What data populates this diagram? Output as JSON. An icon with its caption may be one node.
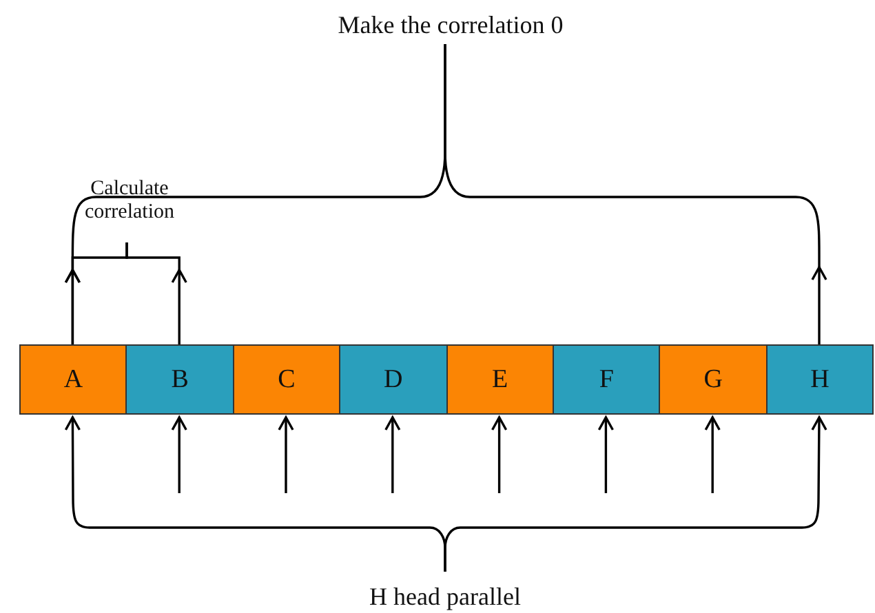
{
  "diagram": {
    "nodes": [
      {
        "text": [
          "A"
        ]
      },
      {
        "text": [
          "B"
        ]
      },
      {
        "text": [
          "C"
        ]
      },
      {
        "text": [
          "D"
        ]
      },
      {
        "text": [
          "E"
        ]
      },
      {
        "text": [
          "F"
        ]
      },
      {
        "text": [
          "G"
        ]
      },
      {
        "text": [
          "H"
        ]
      },
      {
        "text": [
          "Make the correlation 0"
        ]
      },
      {
        "text": [
          "Calculate correlation"
        ]
      },
      {
        "text": [
          "H head parallel"
        ]
      }
    ],
    "edges": [
      {
        "from": 0,
        "to": 9,
        "arrow": "to"
      },
      {
        "from": 1,
        "to": 9,
        "arrow": "to"
      },
      {
        "from": 0,
        "to": 8,
        "arrow": "to"
      },
      {
        "from": 7,
        "to": 8,
        "arrow": "to"
      },
      {
        "from": 10,
        "to": 0,
        "arrow": "to"
      },
      {
        "from": null,
        "to": 1,
        "arrow": "to"
      },
      {
        "from": null,
        "to": 2,
        "arrow": "to"
      },
      {
        "from": null,
        "to": 3,
        "arrow": "to"
      },
      {
        "from": null,
        "to": 4,
        "arrow": "to"
      },
      {
        "from": null,
        "to": 5,
        "arrow": "to"
      },
      {
        "from": null,
        "to": 6,
        "arrow": "to"
      },
      {
        "from": 10,
        "to": 7,
        "arrow": "to"
      }
    ]
  }
}
